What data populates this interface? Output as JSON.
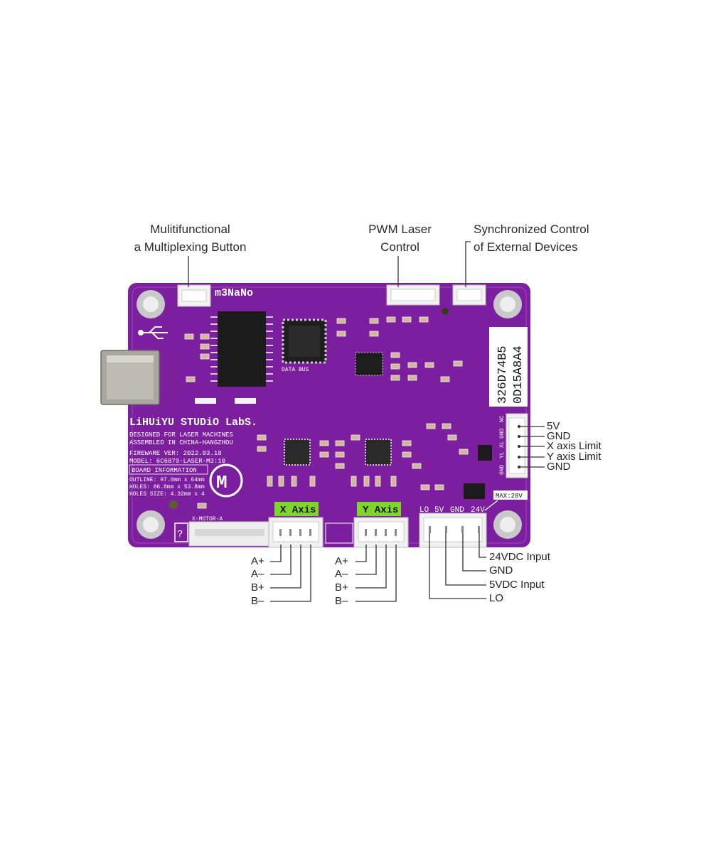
{
  "callouts": {
    "button": {
      "line1": "Mulitifunctional",
      "line2": "a Multiplexing Button"
    },
    "pwm": {
      "line1": "PWM Laser",
      "line2": "Control"
    },
    "sync": {
      "line1": "Synchronized Control",
      "line2": "of External Devices"
    }
  },
  "right_pins": [
    "5V",
    "GND",
    "X axis Limit",
    "Y axis Limit",
    "GND"
  ],
  "x_axis": {
    "badge": "X Axis",
    "pins": [
      "A+",
      "A–",
      "B+",
      "B–"
    ]
  },
  "y_axis": {
    "badge": "Y Axis",
    "pins": [
      "A+",
      "A–",
      "B+",
      "B–"
    ]
  },
  "power_pins": [
    "24VDC Input",
    "GND",
    "5VDC Input",
    "LO"
  ],
  "board": {
    "logo": "m3NaNo",
    "brand": "LiHUiYU STUDiO LabS.",
    "line1": "DESIGNED FOR LASER MACHINES",
    "line2": "ASSEMBLED IN CHINA-HANGZHOU",
    "firmware": "FIREWARE VER: 2022.03.18",
    "model": "MODEL: 6C6879-LASER-M3:10",
    "info_title": "BOARD INFORMATION",
    "outline": "OUTLINE: 97.0mm x 64mm",
    "holes": "HOLES: 86.8mm x 53.8mm",
    "holes_size": "HOLES SIZE: 4.32mm x 4",
    "serial1": "326D74B5",
    "serial2": "0D15A8A4",
    "data_bus": "DATA BUS",
    "x_motor": "X-MOTOR-A",
    "max_voltage": "MAX:28V",
    "power_header": [
      "LO",
      "5V",
      "GND",
      "24V"
    ],
    "right_header": [
      "NC",
      "GND",
      "XL",
      "YL",
      "GND"
    ]
  }
}
